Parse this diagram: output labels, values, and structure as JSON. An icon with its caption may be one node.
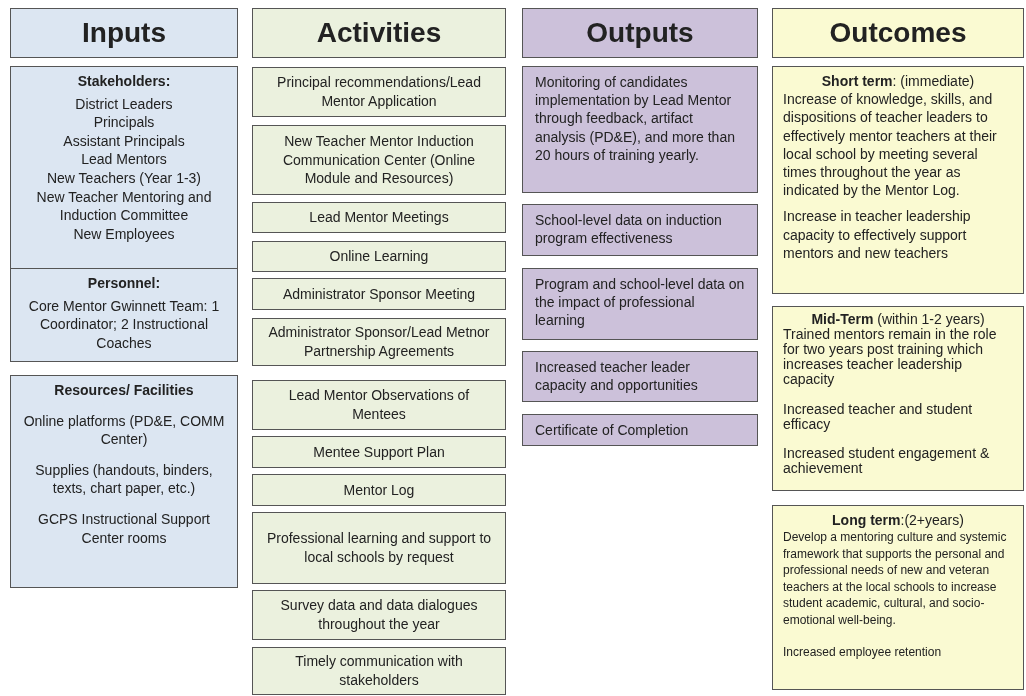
{
  "diagram": {
    "nodes": [
      {
        "text": [
          "Inputs"
        ]
      },
      {
        "text": [
          "Activities"
        ]
      },
      {
        "text": [
          "Outputs"
        ]
      },
      {
        "text": [
          "Outcomes"
        ]
      },
      {
        "text": [
          "Stakeholders:",
          "District Leaders",
          "Principals",
          "Assistant Principals",
          "Lead Mentors",
          "New Teachers (Year 1-3)",
          "New Teacher Mentoring and Induction Committee",
          "New Employees"
        ]
      },
      {
        "text": [
          "Personnel:",
          "Core Mentor Gwinnett Team: 1 Coordinator; 2 Instructional Coaches"
        ]
      },
      {
        "text": [
          "Resources/ Facilities",
          "Online platforms (PD&E, COMM Center)",
          "Supplies (handouts, binders, texts, chart paper, etc.)",
          "GCPS Instructional Support Center rooms"
        ]
      },
      {
        "text": [
          "Principal recommendations/Lead Mentor Application"
        ]
      },
      {
        "text": [
          "New Teacher Mentor Induction Communication Center (Online Module and Resources)"
        ]
      },
      {
        "text": [
          "Lead Mentor Meetings"
        ]
      },
      {
        "text": [
          "Online Learning"
        ]
      },
      {
        "text": [
          "Administrator Sponsor Meeting"
        ]
      },
      {
        "text": [
          "Administrator Sponsor/Lead Metnor Partnership Agreements"
        ]
      },
      {
        "text": [
          "Lead Mentor Observations of Mentees"
        ]
      },
      {
        "text": [
          "Mentee Support Plan"
        ]
      },
      {
        "text": [
          "Mentor Log"
        ]
      },
      {
        "text": [
          "Professional learning and support to local schools by request"
        ]
      },
      {
        "text": [
          "Survey data and data dialogues throughout the year"
        ]
      },
      {
        "text": [
          "Timely communication with stakeholders"
        ]
      },
      {
        "text": [
          "Monitoring of candidates implementation by Lead Mentor through feedback, artifact analysis (PD&E), and more than 20 hours of training yearly."
        ]
      },
      {
        "text": [
          "School-level data on induction program effectiveness"
        ]
      },
      {
        "text": [
          "Program and school-level data on the impact of professional learning"
        ]
      },
      {
        "text": [
          "Increased teacher leader capacity and opportunities"
        ]
      },
      {
        "text": [
          "Certificate of Completion"
        ]
      },
      {
        "text": [
          "**Short term**: (immediate)",
          "Increase of knowledge, skills, and dispositions of teacher leaders to effectively mentor teachers at their local school by meeting several times throughout the year as indicated by the Mentor Log.",
          "Increase in teacher leadership capacity to effectively support mentors and new teachers"
        ]
      },
      {
        "text": [
          "**Mid-Term** (within 1-2 years)",
          "Trained mentors remain in the role for two years post training which  increases teacher leadership capacity",
          "Increased teacher and student efficacy",
          "Increased student engagement & achievement"
        ]
      },
      {
        "text": [
          "**Long term**:(2+years)",
          "Develop a mentoring culture and systemic framework that supports the personal and professional needs of new and veteran teachers at the local schools to increase student academic, cultural, and socio-emotional well-being.",
          "Increased employee retention"
        ]
      }
    ]
  }
}
